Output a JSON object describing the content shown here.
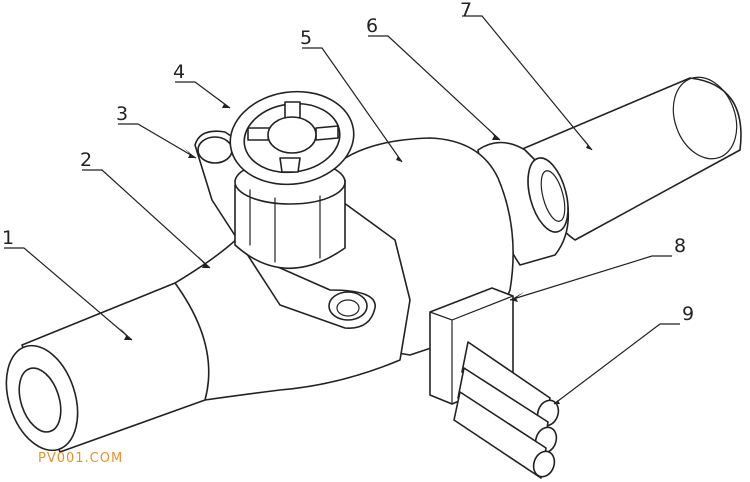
{
  "callouts": [
    {
      "label": "1"
    },
    {
      "label": "2"
    },
    {
      "label": "3"
    },
    {
      "label": "4"
    },
    {
      "label": "5"
    },
    {
      "label": "6"
    },
    {
      "label": "7"
    },
    {
      "label": "8"
    },
    {
      "label": "9"
    }
  ],
  "watermark": {
    "text": "PV001.COM",
    "color": "#e8922a"
  },
  "colors": {
    "line": "#222222",
    "background": "#ffffff"
  }
}
